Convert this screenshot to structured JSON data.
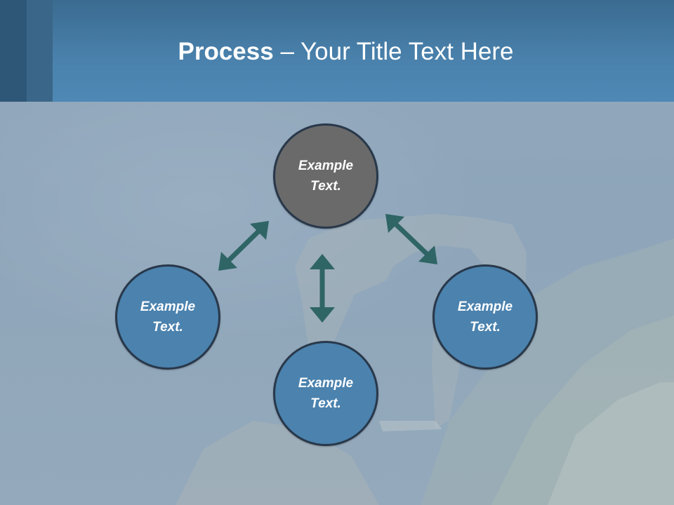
{
  "title": {
    "bold": "Process",
    "rest": " – Your Title Text Here"
  },
  "nodes": {
    "center": {
      "line1": "Example",
      "line2": "Text."
    },
    "left": {
      "line1": "Example",
      "line2": "Text."
    },
    "right": {
      "line1": "Example",
      "line2": "Text."
    },
    "bottom": {
      "line1": "Example",
      "line2": "Text."
    }
  },
  "colors": {
    "header": "#4a82ad",
    "center_node": "#6a6a6a",
    "outer_node": "#4b82ae",
    "arrow": "#2f6565"
  }
}
